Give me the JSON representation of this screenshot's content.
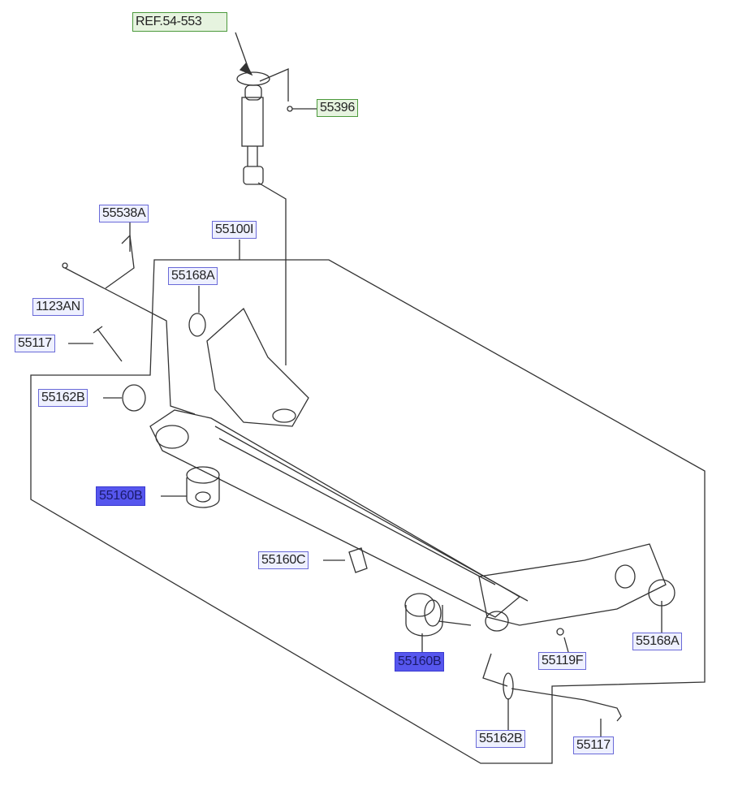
{
  "labels": {
    "ref": "REF.54-553",
    "p55396": "55396",
    "p55538A": "55538A",
    "p55100I": "55100I",
    "p55168A_top": "55168A",
    "p1123AN": "1123AN",
    "p55117_left": "55117",
    "p55162B_left": "55162B",
    "p55160B_left": "55160B",
    "p55160C": "55160C",
    "p55160B_right": "55160B",
    "p55119F": "55119F",
    "p55168A_right": "55168A",
    "p55162B_bottom": "55162B",
    "p55117_bottom": "55117"
  },
  "colors": {
    "ref_border": "#4c9a3c",
    "part_border": "#6a6ad8",
    "highlight": "#5656ee"
  }
}
